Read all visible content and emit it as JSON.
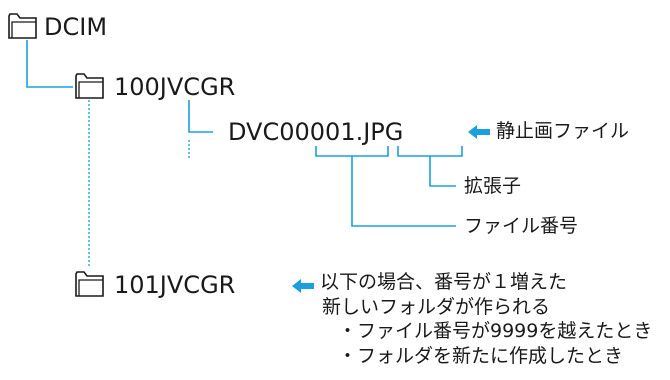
{
  "tree": {
    "root_folder": "DCIM",
    "sub_folder_1": "100JVCGR",
    "file_name_number": "DVC00001",
    "file_name_ext": ".JPG",
    "sub_folder_2": "101JVCGR"
  },
  "annotations": {
    "still_image_file": "静止画ファイル",
    "extension": "拡張子",
    "file_number": "ファイル番号",
    "new_folder_line1": "以下の場合、番号が１増えた",
    "new_folder_line2": "新しいフォルダが作られる",
    "bullet_1": "・ファイル番号が9999を越えたとき",
    "bullet_2": "・フォルダを新たに作成したとき"
  },
  "colors": {
    "line_blue": "#1aa0dc",
    "arrow_blue": "#1aa0dc",
    "text": "#1a1a1a",
    "folder_stroke": "#1a1a1a"
  },
  "icons": {
    "folder": "folder-icon",
    "arrow": "arrow-left-icon"
  }
}
